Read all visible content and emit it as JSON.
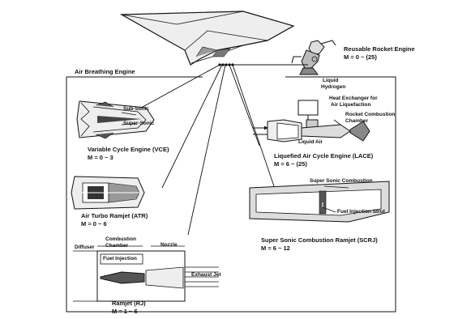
{
  "section_title": "Air Breathing Engine",
  "reusable_rocket": {
    "name": "Reusable Rocket Engine",
    "mach": "M = 0 ~ (25)"
  },
  "vce": {
    "name": "Variable Cycle Engine (VCE)",
    "mach": "M = 0 ~ 3",
    "subsonic": "Sub-Sonic",
    "supersonic": "Super-Sonic"
  },
  "lace": {
    "name": "Liquefied Air Cycle Engine (LACE)",
    "mach": "M = 6 ~ (25)",
    "liquid_hydrogen_1": "Liquid",
    "liquid_hydrogen_2": "Hydrogen",
    "heat_exchanger_1": "Heat Exchanger for",
    "heat_exchanger_2": "Air Liquefaction",
    "rocket_chamber_1": "Rocket Combustion",
    "rocket_chamber_2": "Chamber",
    "liquid_air": "Liquid Air"
  },
  "atr": {
    "name": "Air Turbo Ramjet (ATR)",
    "mach": "M = 0 ~ 6"
  },
  "scrj": {
    "name": "Super Sonic Combustion Ramjet (SCRJ)",
    "mach": "M = 6 ~ 12",
    "combustion": "Super Sonic Combustion",
    "strut": "Fuel Injection Strut"
  },
  "ramjet": {
    "name": "Ramjet (RJ)",
    "mach": "M = 1 ~ 6",
    "diffuser": "Diffuser",
    "chamber_1": "Combustion",
    "chamber_2": "Chamber",
    "fuel_injection": "Fuel Injection",
    "nozzle": "Nozzle",
    "exhaust": "Exhaust Jet"
  }
}
